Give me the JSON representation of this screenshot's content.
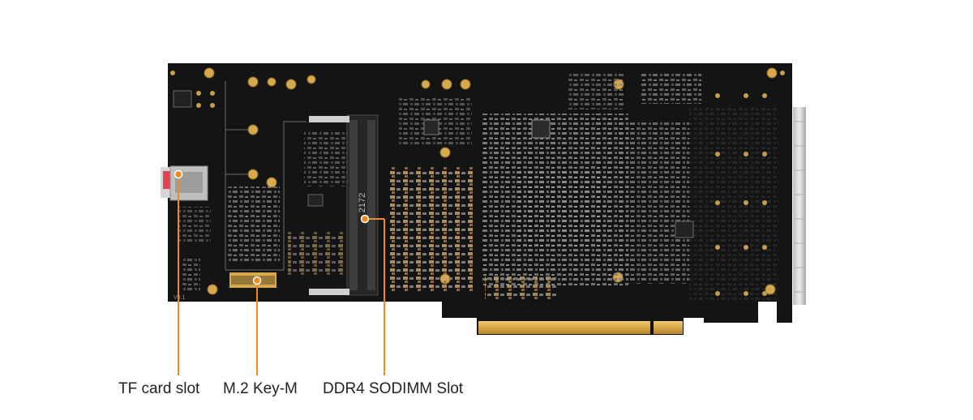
{
  "board_silkscreen": {
    "dimm_marking": "2172",
    "corner_marking": "V0.1"
  },
  "colors": {
    "pcb": "#141414",
    "gold": "#d7a94b",
    "accent": "#f08a1c",
    "sdcard": "#e0424f",
    "metal": "#cfcfcf"
  },
  "callouts": [
    {
      "label": "TF card slot"
    },
    {
      "label": "M.2 Key-M"
    },
    {
      "label": "DDR4 SODIMM Slot"
    }
  ]
}
